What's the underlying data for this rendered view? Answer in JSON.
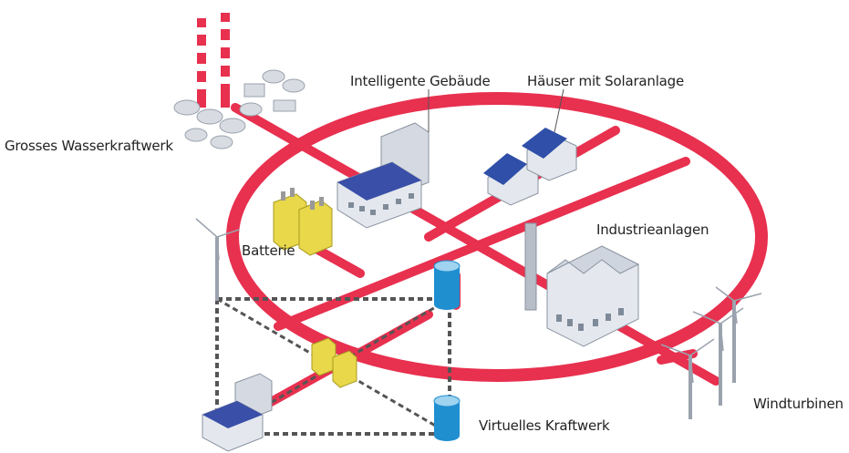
{
  "labels": {
    "hydro": "Grosses Wasserkraftwerk",
    "smart_buildings": "Intelligente Gebäude",
    "solar_houses": "Häuser mit Solaranlage",
    "industry": "Industrieanlagen",
    "battery": "Batterie",
    "wind": "Windturbinen",
    "virtual_plant": "Virtuelles Kraftwerk"
  },
  "colors": {
    "grid_line": "#e8304f",
    "dashed_link": "#555555",
    "battery": "#e8d84a",
    "storage_tank": "#1f8fd0",
    "building_facade": "#e4e8ee",
    "roof_blue": "#3a4fa8"
  }
}
